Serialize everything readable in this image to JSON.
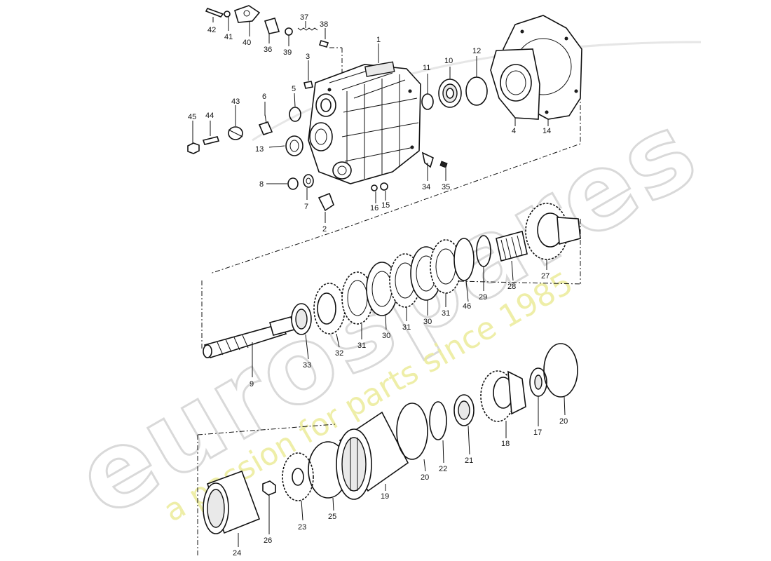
{
  "watermark": {
    "brand": "eurospares",
    "tagline": "a passion for parts since 1985",
    "colors": {
      "brand_outline": "#d9d9d9",
      "tagline": "#ecec9a"
    }
  },
  "labels": {
    "l1": "1",
    "l2": "2",
    "l3": "3",
    "l4": "4",
    "l5": "5",
    "l6": "6",
    "l7": "7",
    "l8": "8",
    "l9": "9",
    "l10": "10",
    "l11": "11",
    "l12": "12",
    "l13": "13",
    "l14": "14",
    "l15": "15",
    "l16": "16",
    "l17": "17",
    "l18": "18",
    "l19": "19",
    "l20a": "20",
    "l20b": "20",
    "l21": "21",
    "l22": "22",
    "l23": "23",
    "l24": "24",
    "l25": "25",
    "l26": "26",
    "l27": "27",
    "l28": "28",
    "l29": "29",
    "l30a": "30",
    "l30b": "30",
    "l31a": "31",
    "l31b": "31",
    "l31c": "31",
    "l32": "32",
    "l33": "33",
    "l34": "34",
    "l35": "35",
    "l36": "36",
    "l37": "37",
    "l38": "38",
    "l39": "39",
    "l40": "40",
    "l41": "41",
    "l42": "42",
    "l43": "43",
    "l44": "44",
    "l45": "45",
    "l46": "46"
  }
}
